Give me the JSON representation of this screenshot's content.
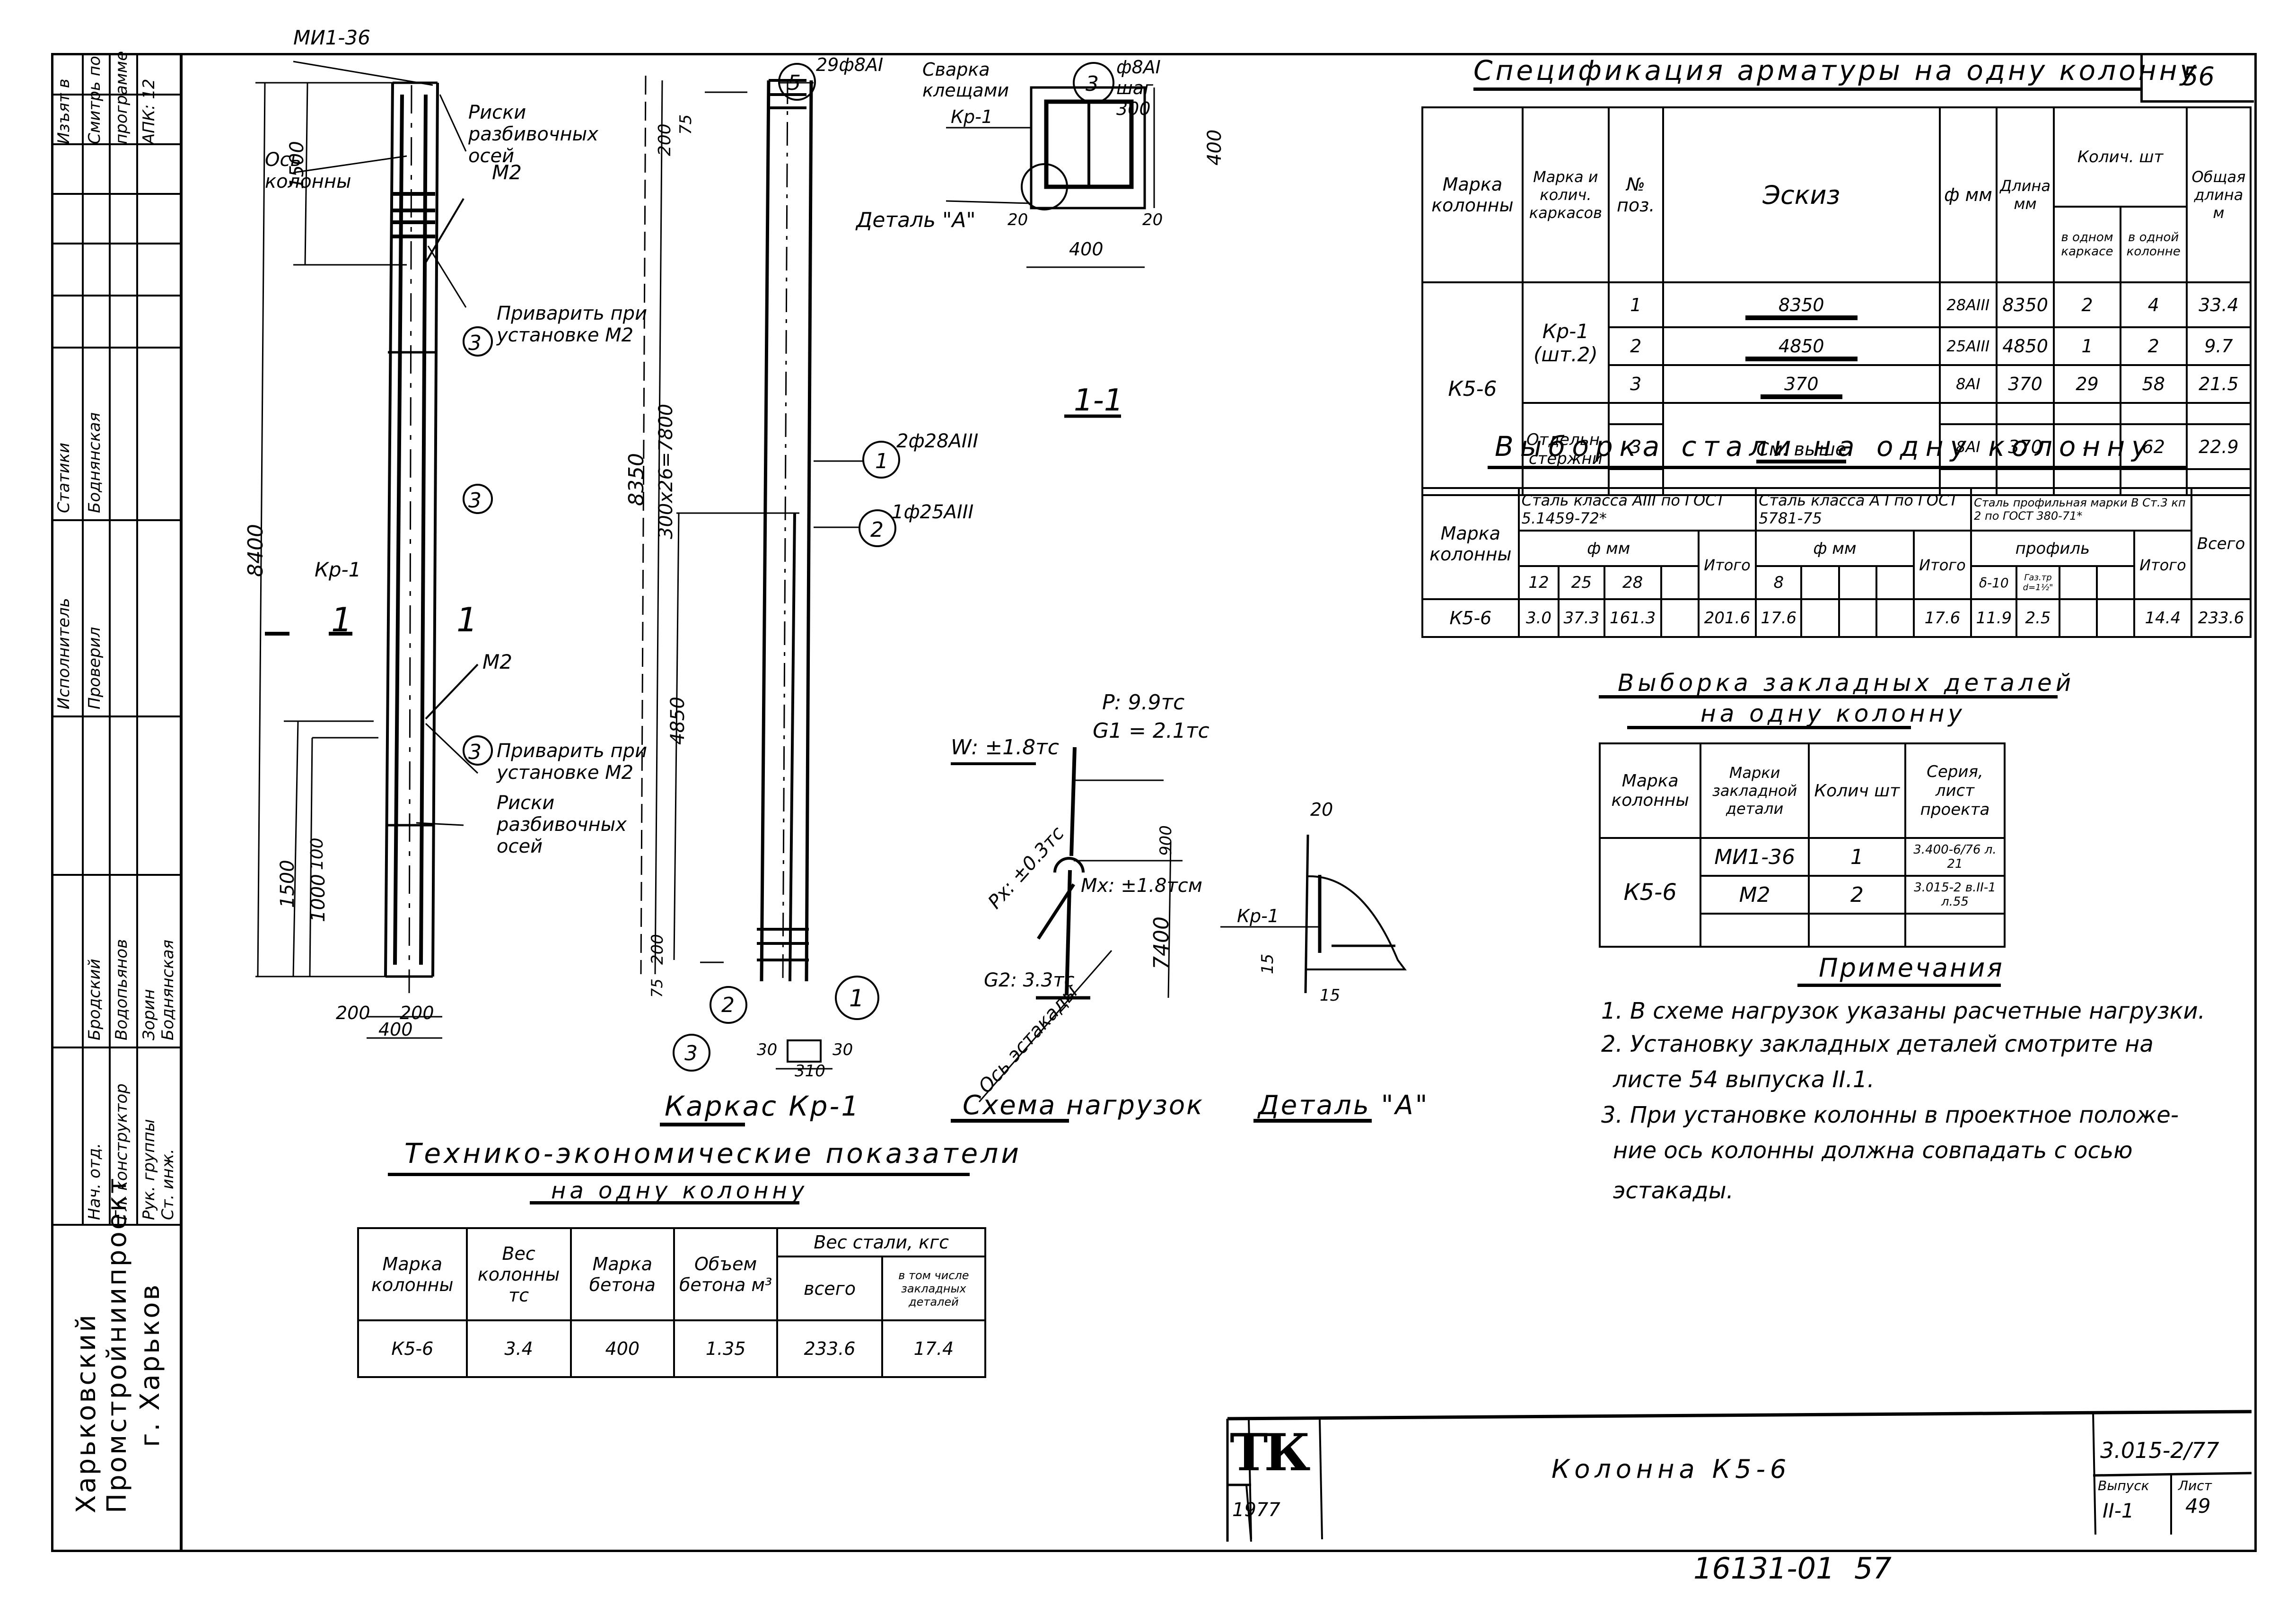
{
  "sheet": {
    "top_right_number": "56",
    "drawing_title": "Колонна К5-6",
    "logo": "ТК",
    "year": "1977",
    "series": "3.015-2/77",
    "issue_label": "Выпуск",
    "issue_value": "II-1",
    "sheet_label": "Лист",
    "sheet_value": "49",
    "archive_number": "16131-01",
    "page_number": "57"
  },
  "left_strip": {
    "revision_note": [
      "Изъят в",
      "Смитрь по",
      "программе",
      "АПК: 12"
    ],
    "signatures": [
      [
        "Статики",
        "Боднянская"
      ],
      [
        "Исполнитель",
        "Проверил"
      ],
      [
        "Бродский",
        "Водопьянов",
        "Зорин",
        "Боднянская"
      ],
      [
        "Нач. отд.",
        "Гл. конструктор",
        "Рук. группы",
        "Ст. инж."
      ]
    ],
    "organization": [
      "Харьковский",
      "Промстройниипроект",
      "г. Харьков"
    ]
  },
  "column_view": {
    "labels": {
      "mi_part": "МИ1-36",
      "risk_top": "Риски разбивочных осей",
      "m2_top": "М2",
      "axis": "Ось колонны",
      "weld_top": "Приварить при установке М2",
      "kr1": "Кр-1",
      "m2_bottom": "М2",
      "weld_bottom": "Приварить при установке М2",
      "risk_bottom": "Риски разбивочных осей",
      "section_mark": "1"
    },
    "callouts": [
      "3",
      "3",
      "3"
    ],
    "dimensions": {
      "total_height": "8400",
      "top_offset": "1500",
      "bottom_1500": "1500",
      "bottom_1000": "1000",
      "bottom_100": "100",
      "width_left": "200",
      "width_right": "200",
      "width_total": "400"
    }
  },
  "cage_view": {
    "title": "Каркас Кр-1",
    "labels": {
      "pos5": "29ф8АI",
      "pos1": "2ф28АIII",
      "pos2": "1ф25АIII"
    },
    "callouts": [
      "5",
      "1",
      "2",
      "1",
      "2",
      "3"
    ],
    "dimensions": {
      "top_75": "75",
      "top_200": "200",
      "total": "8350",
      "pitch": "300x26=7800",
      "short_bar": "4850",
      "bottom_200": "200",
      "bottom_75": "75",
      "section_30_left": "30",
      "section_30_right": "30",
      "section_310": "310"
    }
  },
  "section_1_1": {
    "title": "1-1",
    "welding": "Сварка клещами",
    "kr1": "Кр-1",
    "detail_ref": "Деталь \"А\"",
    "pos3": "ф8АI шаг 300",
    "callout": "3",
    "dimensions": {
      "width": "400",
      "height": "400",
      "cover_left": "20",
      "cover_right": "20"
    }
  },
  "load_scheme": {
    "title": "Схема нагрузок",
    "P": "P: 9.9тс",
    "G1": "G1 = 2.1тс",
    "W": "W: ±1.8тс",
    "Px": "Px: ±0.3тс",
    "Mx": "Mx: ±1.8тсм",
    "G2": "G2: 3.3тс",
    "axis": "Ось эстакады",
    "dim_top": "900",
    "dim_height": "7400"
  },
  "detail_a": {
    "title": "Деталь \"А\"",
    "kr1": "Кр-1",
    "dims": [
      "20",
      "15",
      "15"
    ]
  },
  "spec_table": {
    "title": "Спецификация арматуры на одну колонну",
    "headers": {
      "mark": "Марка колонны",
      "cage": "Марка и колич. каркасов",
      "pos": "№ поз.",
      "sketch": "Эскиз",
      "dia": "ф мм",
      "length": "Длина мм",
      "qty": "Колич. шт",
      "qty_cage": "в одном каркасе",
      "qty_col": "в одной колонне",
      "total": "Общая длина м"
    },
    "column_mark": "К5-6",
    "cage_group": "Кр-1 (шт.2)",
    "separate_group": "Отдельн. стержни",
    "rows": [
      {
        "pos": "1",
        "sketch": "8350",
        "dia": "28АIII",
        "length": "8350",
        "in_cage": "2",
        "in_col": "4",
        "total": "33.4"
      },
      {
        "pos": "2",
        "sketch": "4850",
        "dia": "25АIII",
        "length": "4850",
        "in_cage": "1",
        "in_col": "2",
        "total": "9.7"
      },
      {
        "pos": "3",
        "sketch": "370",
        "dia": "8АI",
        "length": "370",
        "in_cage": "29",
        "in_col": "58",
        "total": "21.5"
      },
      {
        "pos": "3",
        "sketch": "См. выше",
        "dia": "8АI",
        "length": "370",
        "in_cage": "–",
        "in_col": "62",
        "total": "22.9"
      }
    ]
  },
  "steel_table": {
    "title": "Выборка стали на одну колонну",
    "mark_header": "Марка колонны",
    "group_a3": "Сталь класса АIII по ГОСТ 5.1459-72*",
    "group_a1": "Сталь класса А I по ГОСТ 5781-75",
    "group_profile": "Сталь профильная марки В Ст.3 кп 2 по ГОСТ 380-71*",
    "dia_mm": "ф мм",
    "profile": "профиль",
    "itogo": "Итого",
    "vsego": "Всего",
    "a3_cols": [
      "12",
      "25",
      "28",
      ""
    ],
    "a1_cols": [
      "8",
      "",
      "",
      ""
    ],
    "profile_cols": [
      "δ-10",
      "Газ.тр d=1½\"",
      "",
      ""
    ],
    "row": {
      "mark": "К5-6",
      "a3": [
        "3.0",
        "37.3",
        "161.3",
        ""
      ],
      "a3_total": "201.6",
      "a1": [
        "17.6",
        "",
        "",
        ""
      ],
      "a1_total": "17.6",
      "profile": [
        "11.9",
        "2.5",
        "",
        ""
      ],
      "profile_total": "14.4",
      "grand_total": "233.6"
    }
  },
  "embedded_table": {
    "title": "Выборка закладных деталей",
    "subtitle": "на одну колонну",
    "headers": [
      "Марка колонны",
      "Марки закладной детали",
      "Колич шт",
      "Серия, лист проекта"
    ],
    "column_mark": "К5-6",
    "rows": [
      {
        "part": "МИ1-36",
        "qty": "1",
        "ref": "3.400-6/76 л. 21"
      },
      {
        "part": "М2",
        "qty": "2",
        "ref": "3.015-2 в.II-1 л.55"
      }
    ]
  },
  "notes": {
    "title": "Примечания",
    "items": [
      "1. В схеме нагрузок указаны расчетные нагрузки.",
      "2. Установку закладных деталей смотрите на",
      "листе 54 выпуска II.1.",
      "3. При установке колонны в проектное положе-",
      "ние ось колонны должна совпадать с осью",
      "эстакады."
    ]
  },
  "tech_table": {
    "title": "Технико-экономические показатели",
    "subtitle": "на одну колонну",
    "headers": [
      "Марка колонны",
      "Вес колонны тс",
      "Марка бетона",
      "Объем бетона м³",
      "Вес стали, кгс",
      "всего",
      "в том числе закладных деталей"
    ],
    "row": [
      "К5-6",
      "3.4",
      "400",
      "1.35",
      "233.6",
      "17.4"
    ]
  }
}
